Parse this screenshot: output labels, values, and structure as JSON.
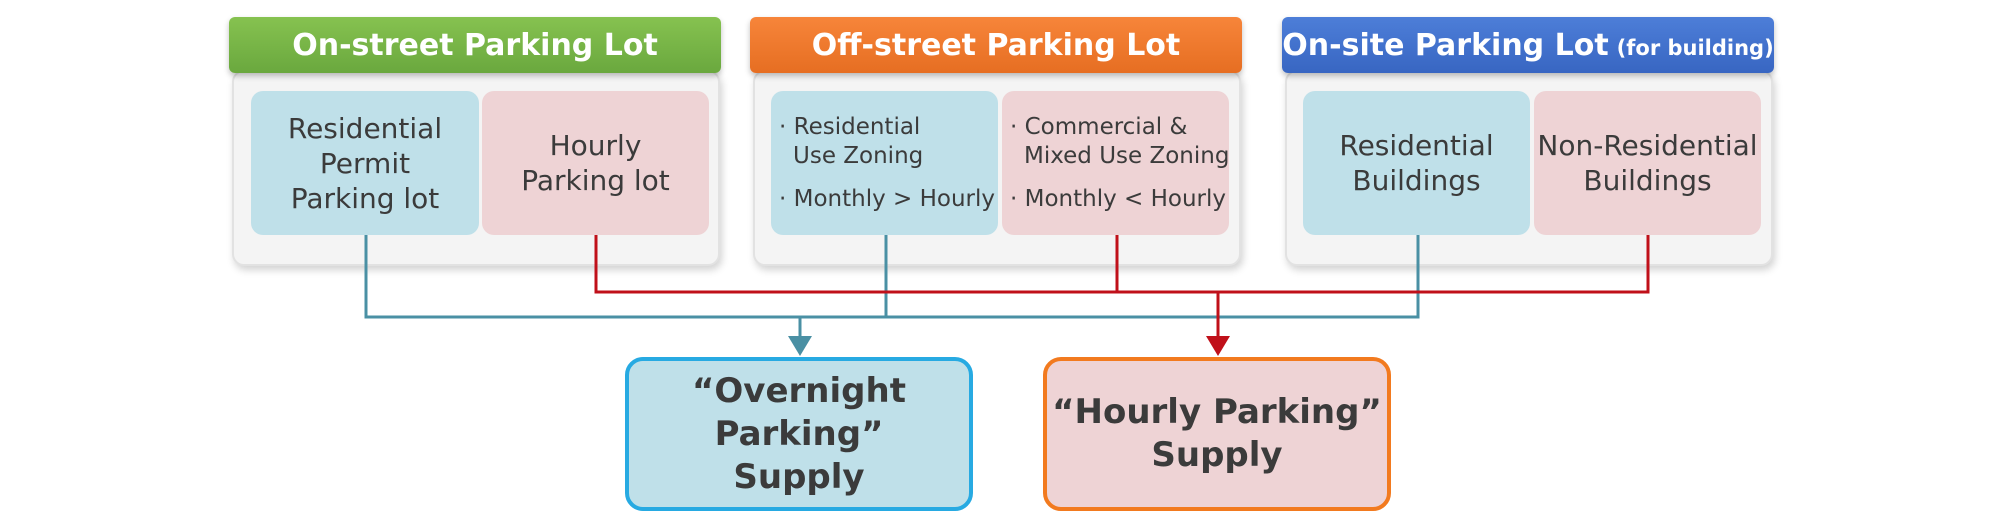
{
  "groups": [
    {
      "title": "On-street Parking Lot",
      "left": {
        "text": [
          "Residential",
          "Permit",
          "Parking lot"
        ]
      },
      "right": {
        "text": [
          "Hourly",
          "Parking lot"
        ]
      }
    },
    {
      "title": "Off-street Parking Lot",
      "left": {
        "bullets": [
          "· Residential",
          "Use Zoning",
          "· Monthly > Hourly"
        ]
      },
      "right": {
        "bullets": [
          "· Commercial &",
          "Mixed Use Zoning",
          "· Monthly < Hourly"
        ]
      }
    },
    {
      "title": "On-site Parking Lot",
      "title_suffix": "(for building)",
      "left": {
        "text": [
          "Residential",
          "Buildings"
        ]
      },
      "right": {
        "text": [
          "Non-Residential",
          "Buildings"
        ]
      }
    }
  ],
  "outputs": [
    {
      "line1": "“Overnight Parking”",
      "line2": "Supply"
    },
    {
      "line1": "“Hourly Parking”",
      "line2": "Supply"
    }
  ],
  "colors": {
    "header_green": "#74b243",
    "header_orange": "#ee7a2c",
    "header_blue": "#4272cd",
    "box_blue": "#bfe0e9",
    "box_pink": "#eed3d5",
    "connector_teal": "#4a90a4",
    "connector_red": "#c0101a",
    "outline_blue": "#27aae2",
    "outline_orange": "#f27a1f"
  }
}
